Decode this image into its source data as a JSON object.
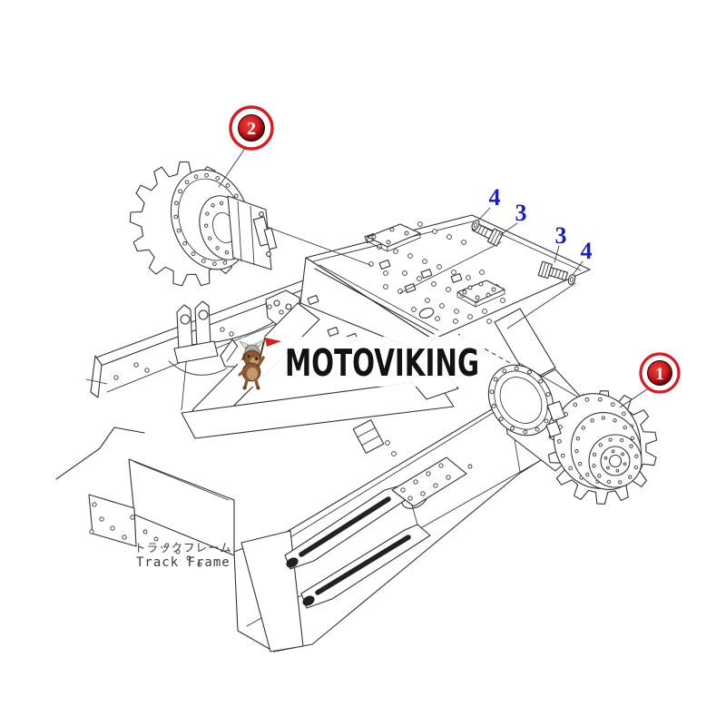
{
  "diagram": {
    "watermark": {
      "brand": "MOTOVIKING",
      "mascot_icon": "viking-dog-mascot"
    },
    "caption": {
      "jp": "トラックフレーム",
      "en": "Track Frame"
    },
    "callouts": {
      "one": "1",
      "two": "2"
    },
    "labels": {
      "washer4_left": "4",
      "bolt3_left": "3",
      "bolt3_right": "3",
      "washer4_right": "4"
    },
    "colors": {
      "callout_red": "#d02025",
      "callout_core_dark": "#3a0203",
      "label_blue": "#1e22b0",
      "line": "#333333",
      "watermark_bg": "#ffffff",
      "watermark_text": "#121212"
    }
  }
}
